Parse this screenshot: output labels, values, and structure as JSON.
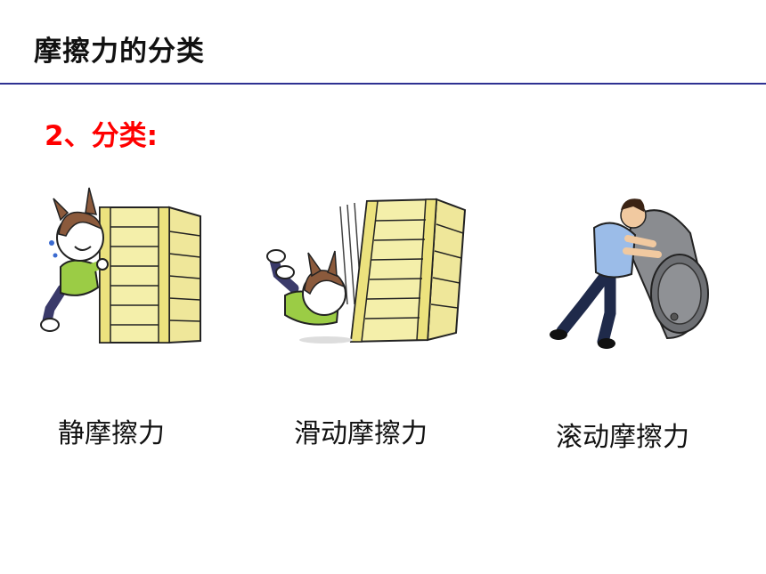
{
  "slide": {
    "title": "摩擦力的分类",
    "subtitle": "2、分类:"
  },
  "items": [
    {
      "label": "静摩擦力",
      "illustration": "person-pushing-crate-icon"
    },
    {
      "label": "滑动摩擦力",
      "illustration": "person-sliding-under-crate-icon"
    },
    {
      "label": "滚动摩擦力",
      "illustration": "person-rolling-barrel-icon"
    }
  ],
  "colors": {
    "rule": "#2e3192",
    "subtitle": "#ff0000",
    "crate": "#f4efaa",
    "shirt": "#9bcc45",
    "barrel": "#8a8c90"
  }
}
